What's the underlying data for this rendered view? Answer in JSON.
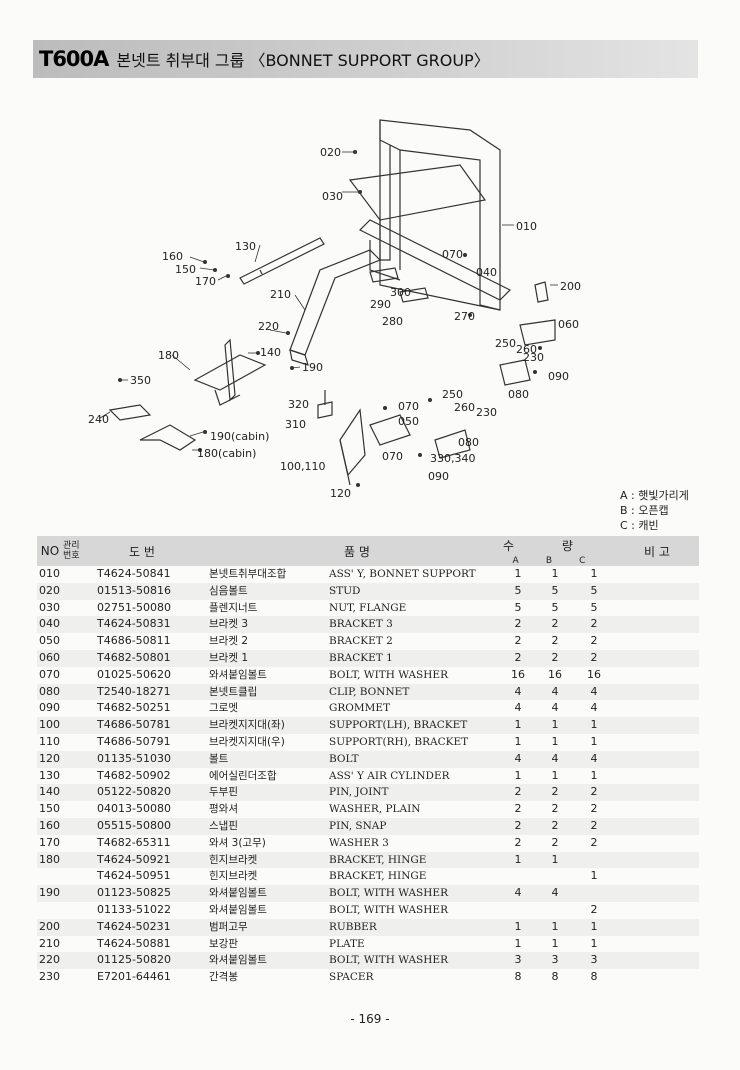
{
  "header": {
    "model": "T600A",
    "title": "본넷트 취부대 그룹 〈BONNET SUPPORT GROUP〉"
  },
  "diagram_labels": [
    "020",
    "030",
    "010",
    "130",
    "160",
    "150",
    "170",
    "210",
    "200",
    "070",
    "040",
    "300",
    "290",
    "280",
    "270",
    "220",
    "140",
    "180",
    "190",
    "060",
    "250",
    "260",
    "230",
    "090",
    "080",
    "350",
    "240",
    "320",
    "310",
    "190(cabin)",
    "180(cabin)",
    "100,110",
    "120",
    "070",
    "050",
    "250",
    "260",
    "230",
    "080",
    "070",
    "330,340",
    "090"
  ],
  "legend": [
    "A : 햇빛가리게",
    "B : 오픈캡",
    "C : 캐빈"
  ],
  "table": {
    "head": {
      "no": "NO",
      "code": "관리번호",
      "pn": "도       번",
      "name": "품                    명",
      "qty": "수 량",
      "qty_cols": [
        "A",
        "B",
        "C"
      ],
      "note": "비 고"
    },
    "rows": [
      {
        "no": "010",
        "pn": "T4624-50841",
        "kr": "본넷트취부대조합",
        "en": "ASS' Y, BONNET SUPPORT",
        "a": "1",
        "b": "1",
        "c": "1"
      },
      {
        "no": "020",
        "pn": "01513-50816",
        "kr": "심음볼트",
        "en": "STUD",
        "a": "5",
        "b": "5",
        "c": "5"
      },
      {
        "no": "030",
        "pn": "02751-50080",
        "kr": "플렌지너트",
        "en": "NUT, FLANGE",
        "a": "5",
        "b": "5",
        "c": "5"
      },
      {
        "no": "040",
        "pn": "T4624-50831",
        "kr": "브라켓 3",
        "en": "BRACKET  3",
        "a": "2",
        "b": "2",
        "c": "2"
      },
      {
        "no": "050",
        "pn": "T4686-50811",
        "kr": "브라켓 2",
        "en": "BRACKET  2",
        "a": "2",
        "b": "2",
        "c": "2"
      },
      {
        "no": "060",
        "pn": "T4682-50801",
        "kr": "브라켓 1",
        "en": "BRACKET  1",
        "a": "2",
        "b": "2",
        "c": "2"
      },
      {
        "no": "070",
        "pn": "01025-50620",
        "kr": "와셔붙임볼트",
        "en": "BOLT, WITH WASHER",
        "a": "16",
        "b": "16",
        "c": "16"
      },
      {
        "no": "080",
        "pn": "T2540-18271",
        "kr": "본넷트클립",
        "en": "CLIP, BONNET",
        "a": "4",
        "b": "4",
        "c": "4"
      },
      {
        "no": "090",
        "pn": "T4682-50251",
        "kr": "그로멧",
        "en": "GROMMET",
        "a": "4",
        "b": "4",
        "c": "4"
      },
      {
        "no": "100",
        "pn": "T4686-50781",
        "kr": "브라켓지지대(좌)",
        "en": "SUPPORT(LH), BRACKET",
        "a": "1",
        "b": "1",
        "c": "1"
      },
      {
        "no": "110",
        "pn": "T4686-50791",
        "kr": "브라켓지지대(우)",
        "en": "SUPPORT(RH), BRACKET",
        "a": "1",
        "b": "1",
        "c": "1"
      },
      {
        "no": "120",
        "pn": "01135-51030",
        "kr": "볼트",
        "en": "BOLT",
        "a": "4",
        "b": "4",
        "c": "4"
      },
      {
        "no": "130",
        "pn": "T4682-50902",
        "kr": "에어실린더조합",
        "en": "ASS' Y AIR CYLINDER",
        "a": "1",
        "b": "1",
        "c": "1"
      },
      {
        "no": "140",
        "pn": "05122-50820",
        "kr": "두부핀",
        "en": "PIN, JOINT",
        "a": "2",
        "b": "2",
        "c": "2"
      },
      {
        "no": "150",
        "pn": "04013-50080",
        "kr": "평와셔",
        "en": "WASHER, PLAIN",
        "a": "2",
        "b": "2",
        "c": "2"
      },
      {
        "no": "160",
        "pn": "05515-50800",
        "kr": "스냅핀",
        "en": "PIN, SNAP",
        "a": "2",
        "b": "2",
        "c": "2"
      },
      {
        "no": "170",
        "pn": "T4682-65311",
        "kr": "와셔 3(고무)",
        "en": "WASHER 3",
        "a": "2",
        "b": "2",
        "c": "2"
      },
      {
        "no": "180",
        "pn": "T4624-50921",
        "kr": "힌지브라켓",
        "en": "BRACKET, HINGE",
        "a": "1",
        "b": "1",
        "c": ""
      },
      {
        "no": "",
        "pn": "T4624-50951",
        "kr": "힌지브라켓",
        "en": "BRACKET, HINGE",
        "a": "",
        "b": "",
        "c": "1"
      },
      {
        "no": "190",
        "pn": "01123-50825",
        "kr": "와셔붙임볼트",
        "en": "BOLT, WITH WASHER",
        "a": "4",
        "b": "4",
        "c": ""
      },
      {
        "no": "",
        "pn": "01133-51022",
        "kr": "와셔붙임볼트",
        "en": "BOLT, WITH WASHER",
        "a": "",
        "b": "",
        "c": "2"
      },
      {
        "no": "200",
        "pn": "T4624-50231",
        "kr": "범퍼고무",
        "en": "RUBBER",
        "a": "1",
        "b": "1",
        "c": "1"
      },
      {
        "no": "210",
        "pn": "T4624-50881",
        "kr": "보강판",
        "en": "PLATE",
        "a": "1",
        "b": "1",
        "c": "1"
      },
      {
        "no": "220",
        "pn": "01125-50820",
        "kr": "와셔붙임볼트",
        "en": "BOLT, WITH WASHER",
        "a": "3",
        "b": "3",
        "c": "3"
      },
      {
        "no": "230",
        "pn": "E7201-64461",
        "kr": "간격봉",
        "en": "SPACER",
        "a": "8",
        "b": "8",
        "c": "8"
      }
    ]
  },
  "page_number": "- 169 -"
}
